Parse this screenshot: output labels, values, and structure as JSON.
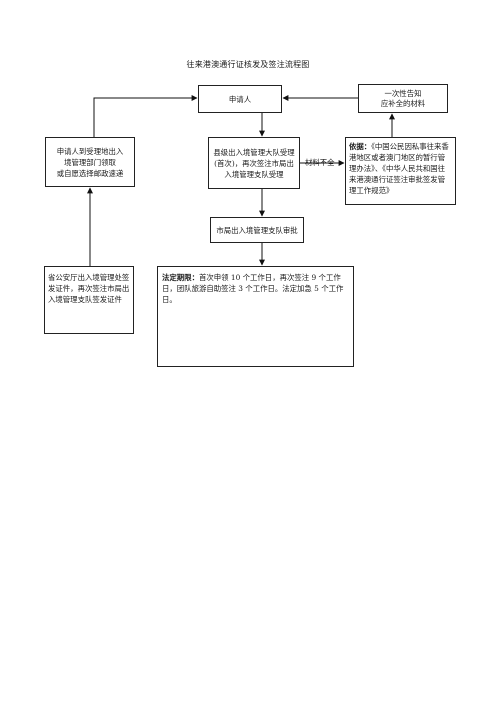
{
  "title": "往来港澳通行证核发及签注流程图",
  "nodes": {
    "applicant": "申请人",
    "notify_line1": "一次性告知",
    "notify_line2": "应补全的材料",
    "collect_line1": "申请人到受理地出入",
    "collect_line2": "境管理部门领取",
    "collect_line3": "或自愿选择邮政速递",
    "county_text": "县级出入境管理大队受理(首次)，再次签注市局出入境管理支队受理",
    "basis_label": "依据：",
    "basis_text": "《中国公民因私事往来香港地区或者澳门地区的暂行管理办法》、《中华人民共和国往来港澳通行证签注审批签发管理工作规范》",
    "city_review": "市局出入境管理支队审批",
    "province_text": "省公安厅出入境管理处签发证件，再次签注市局出入境管理支队签发证件",
    "deadline_label": "法定期限：",
    "deadline_text": "首次申领 10 个工作日，再次签注 9 个工作日，团队旅游自助签注 3 个工作日。法定加急 5 个工作日。"
  },
  "edge_labels": {
    "incomplete": "材料不全"
  }
}
